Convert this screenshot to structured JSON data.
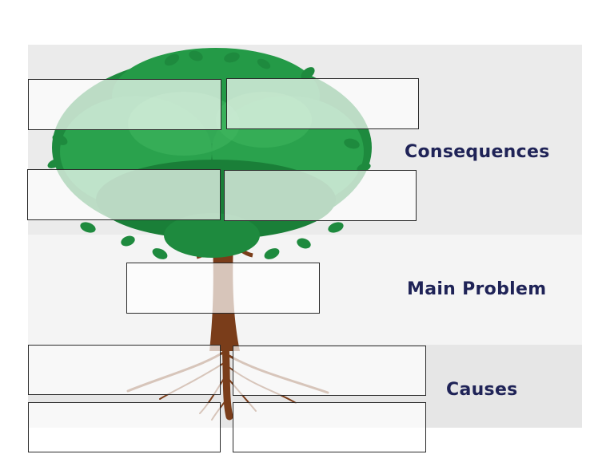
{
  "sections": {
    "consequences": "Consequences",
    "main_problem": "Main Problem",
    "causes": "Causes"
  },
  "colors": {
    "label": "#1f2357",
    "leaf_dark": "#1e8a3e",
    "leaf_light": "#3fb760",
    "trunk": "#7a3d1a"
  }
}
